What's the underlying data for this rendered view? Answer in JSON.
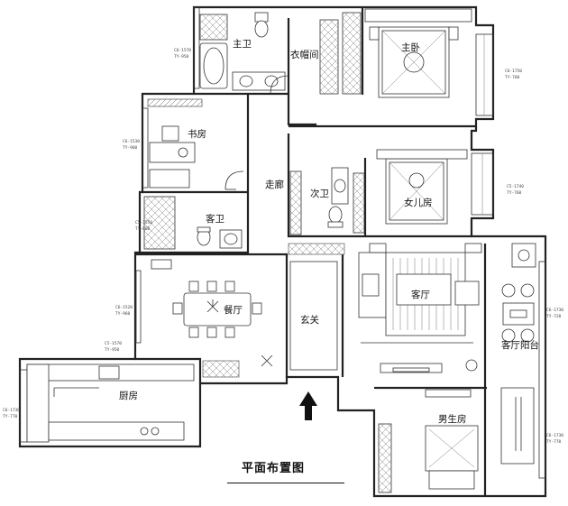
{
  "title": "平面布置图",
  "rooms": {
    "master_bath": "主卫",
    "closet": "衣帽间",
    "master_bedroom": "主卧",
    "study": "书房",
    "corridor": "走廊",
    "second_bath": "次卫",
    "daughter_room": "女儿房",
    "guest_bath": "客卫",
    "living_room": "客厅",
    "dining_room": "餐厅",
    "foyer": "玄关",
    "living_balcony": "客厅阳台",
    "kitchen": "厨房",
    "boy_room": "男生房"
  },
  "window_labels": {
    "master_bath": [
      "C6-1570",
      "TY-950"
    ],
    "master_bedroom": [
      "C6-1750",
      "TY-760"
    ],
    "study": [
      "C6-1530",
      "TY-960"
    ],
    "daughter_room": [
      "C5-1740",
      "TY-760"
    ],
    "guest_bath": [
      "C5-1550",
      "TY-660"
    ],
    "dining_a": [
      "C6-1520",
      "TY-960"
    ],
    "dining_b": [
      "C5-1570",
      "TY-950"
    ],
    "balcony": [
      "C6-1730",
      "TY-720"
    ],
    "kitchen": [
      "C6-1730",
      "TY-770"
    ],
    "boy_room": [
      "C6-1730",
      "TY-770"
    ]
  },
  "entrance_arrow": "up-arrow-icon"
}
